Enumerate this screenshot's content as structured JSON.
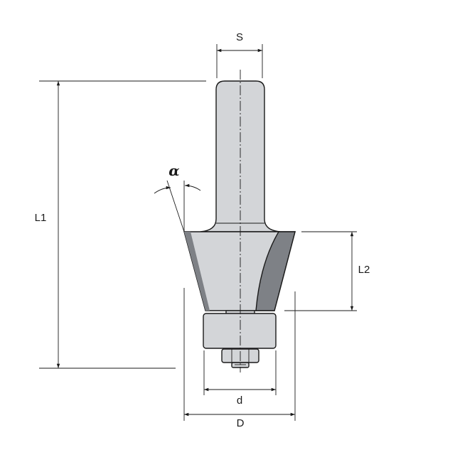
{
  "figure": {
    "labels": {
      "shank_diameter": "S",
      "total_length": "L1",
      "cutting_length": "L2",
      "bearing_diameter": "d",
      "cutter_diameter": "D",
      "bevel_angle": "α"
    },
    "colors": {
      "metal": "#d3d5d8",
      "metal_shadow": "#7e8186",
      "outline": "#1a1a1a"
    }
  }
}
